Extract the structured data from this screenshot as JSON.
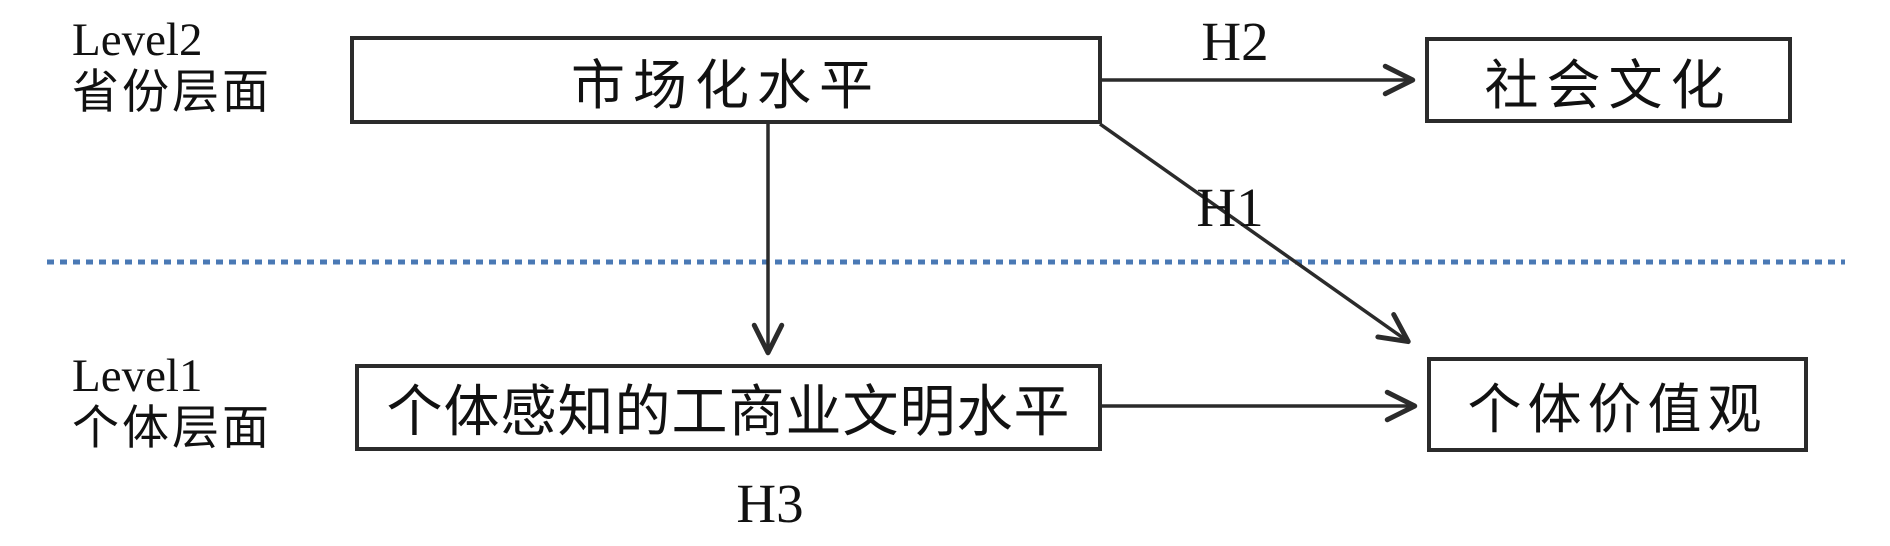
{
  "figure": {
    "level2_label": {
      "line1": "Level2",
      "line2": "省份层面"
    },
    "level1_label": {
      "line1": "Level1",
      "line2": "个体层面"
    },
    "nodes": {
      "marketization": {
        "label": "市场化水平"
      },
      "social_culture": {
        "label": "社会文化"
      },
      "perceived_business_civilization": {
        "label": "个体感知的工商业文明水平"
      },
      "individual_values": {
        "label": "个体价值观"
      }
    },
    "hypotheses": {
      "h1": "H1",
      "h2": "H2",
      "h3": "H3"
    },
    "colors": {
      "line": "#2b2b2b",
      "divider_dash": "#4a79b5",
      "text": "#111111",
      "background": "#ffffff"
    }
  }
}
